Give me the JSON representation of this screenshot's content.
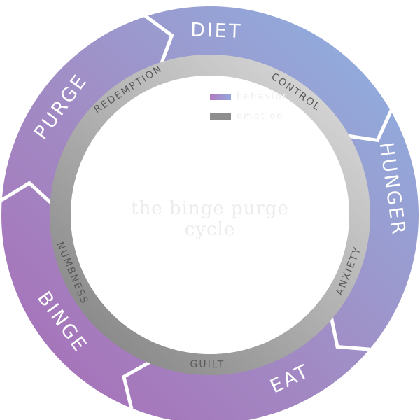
{
  "diagram": {
    "title": "the binge purge cycle",
    "colors": {
      "outer_start": "#a86fb8",
      "outer_end": "#8fb0e0",
      "inner_light": "#d0d0d0",
      "inner_dark": "#8e8e8e",
      "emotion_text": "#5a5a5a"
    },
    "behaviors": [
      {
        "label": "DIET"
      },
      {
        "label": "HUNGER"
      },
      {
        "label": "EAT"
      },
      {
        "label": "BINGE"
      },
      {
        "label": "PURGE"
      }
    ],
    "emotions": [
      {
        "label": "CONTROL"
      },
      {
        "label": "ANXIETY"
      },
      {
        "label": "GUILT"
      },
      {
        "label": "NUMBNESS"
      },
      {
        "label": "REDEMPTION"
      }
    ],
    "legend": [
      {
        "label": "behavior",
        "color": "#a98bc8"
      },
      {
        "label": "emotion",
        "color": "#8e8e8e"
      }
    ]
  }
}
